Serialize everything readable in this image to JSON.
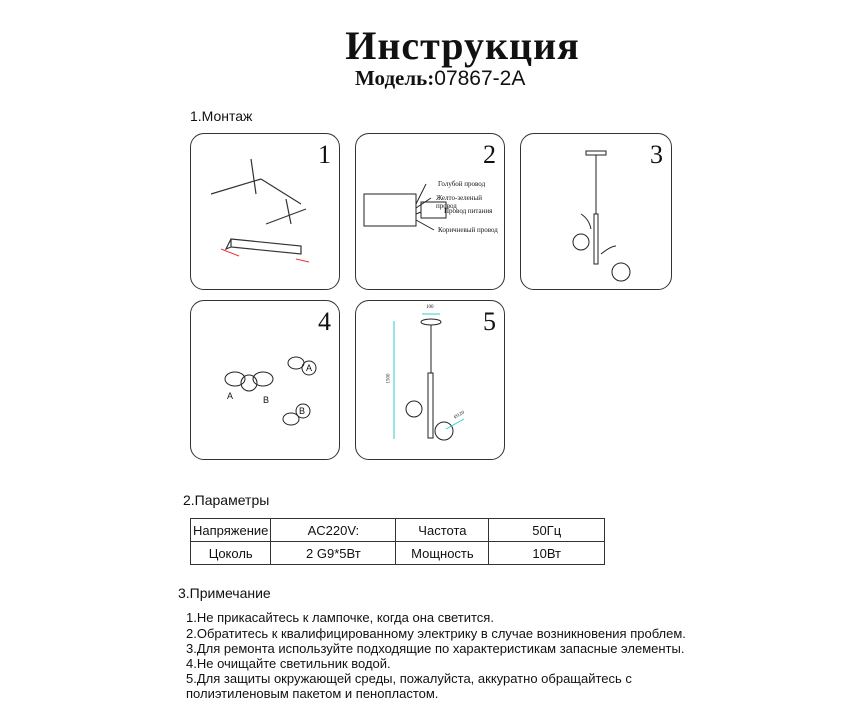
{
  "header": {
    "title": "Инструкция",
    "model_label": "Модель:",
    "model_value": "07867-2A"
  },
  "section1": {
    "title": "1.Монтаж",
    "panels": [
      {
        "number": "1"
      },
      {
        "number": "2",
        "labels": [
          "Голубой провод",
          "Желто-зеленый провод",
          "Провод питания",
          "Коричневый провод"
        ]
      },
      {
        "number": "3"
      },
      {
        "number": "4",
        "labels": [
          "A",
          "B",
          "A",
          "B"
        ]
      },
      {
        "number": "5",
        "dimensions": [
          "100",
          "1500",
          "Ø120"
        ]
      }
    ]
  },
  "section2": {
    "title": "2.Параметры",
    "rows": [
      [
        "Напряжение",
        "AC220V:",
        "Частота",
        "50Гц"
      ],
      [
        "Цоколь",
        "2 G9*5Вт",
        "Мощность",
        "10Вт"
      ]
    ]
  },
  "section3": {
    "title": "3.Примечание",
    "notes": [
      "1.Не прикасайтесь к лампочке, когда она светится.",
      "2.Обратитесь к квалифицированному электрику в случае возникновения проблем.",
      "3.Для ремонта используйте подходящие по характеристикам запасные элементы.",
      "4.Не очищайте светильник водой.",
      "5.Для защиты окружающей среды, пожалуйста, аккуратно обращайтесь с",
      "полиэтиленовым пакетом и пенопластом."
    ]
  }
}
